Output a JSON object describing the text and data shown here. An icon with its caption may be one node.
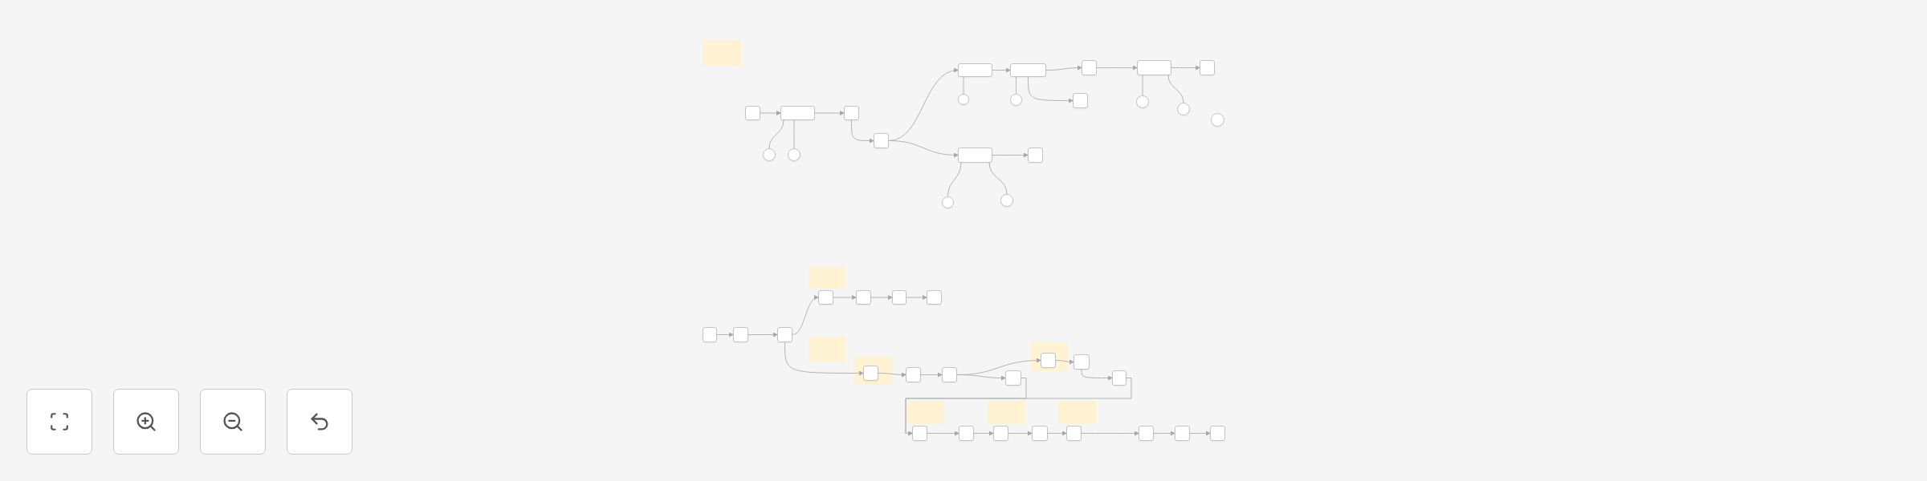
{
  "diagram": {
    "nodes": [
      {
        "text": [],
        "shape": "box"
      },
      {
        "text": [],
        "shape": "box"
      },
      {
        "text": [],
        "shape": "circle"
      },
      {
        "text": [],
        "shape": "circle"
      },
      {
        "text": [],
        "shape": "box"
      },
      {
        "text": [],
        "shape": "box"
      },
      {
        "text": [],
        "shape": "box"
      },
      {
        "text": [],
        "shape": "circle"
      },
      {
        "text": [],
        "shape": "box"
      },
      {
        "text": [],
        "shape": "circle"
      },
      {
        "text": [],
        "shape": "box"
      },
      {
        "text": [],
        "shape": "box"
      },
      {
        "text": [],
        "shape": "box"
      },
      {
        "text": [],
        "shape": "circle"
      },
      {
        "text": [],
        "shape": "circle"
      },
      {
        "text": [],
        "shape": "box"
      },
      {
        "text": [],
        "shape": "circle"
      },
      {
        "text": [],
        "shape": "box"
      },
      {
        "text": [],
        "shape": "box"
      },
      {
        "text": [],
        "shape": "circle"
      },
      {
        "text": [],
        "shape": "circle"
      },
      {
        "text": [],
        "shape": "box"
      },
      {
        "text": [],
        "shape": "box"
      },
      {
        "text": [],
        "shape": "box"
      },
      {
        "text": [],
        "shape": "box"
      },
      {
        "text": [],
        "shape": "box"
      },
      {
        "text": [],
        "shape": "box"
      },
      {
        "text": [],
        "shape": "box"
      },
      {
        "text": [],
        "shape": "box",
        "in": 46
      },
      {
        "text": [],
        "shape": "box"
      },
      {
        "text": [],
        "shape": "box"
      },
      {
        "text": [],
        "shape": "box"
      },
      {
        "text": [],
        "shape": "box",
        "in": 47
      },
      {
        "text": [],
        "shape": "box"
      },
      {
        "text": [],
        "shape": "box"
      },
      {
        "text": [],
        "shape": "box"
      },
      {
        "text": [],
        "shape": "box"
      },
      {
        "text": [],
        "shape": "box"
      },
      {
        "text": [],
        "shape": "box"
      },
      {
        "text": [],
        "shape": "box"
      },
      {
        "text": [],
        "shape": "box"
      },
      {
        "text": [],
        "shape": "box"
      },
      {
        "text": [],
        "shape": "box"
      },
      {
        "text": [],
        "shape": "note"
      },
      {
        "text": [],
        "shape": "note"
      },
      {
        "text": [],
        "shape": "note"
      },
      {
        "text": [],
        "shape": "note"
      },
      {
        "text": [],
        "shape": "note"
      },
      {
        "text": [],
        "shape": "note"
      },
      {
        "text": [],
        "shape": "note"
      },
      {
        "text": [],
        "shape": "note"
      }
    ],
    "edges": [
      {
        "from": 0,
        "to": 1,
        "arrow": "to"
      },
      {
        "from": 2,
        "to": 1,
        "arrow": "none"
      },
      {
        "from": 3,
        "to": 1,
        "arrow": "none"
      },
      {
        "from": 1,
        "to": 4,
        "arrow": "to"
      },
      {
        "from": 4,
        "to": 5,
        "arrow": "to"
      },
      {
        "from": 5,
        "to": 6,
        "arrow": "to"
      },
      {
        "from": 5,
        "to": 17,
        "arrow": "to"
      },
      {
        "from": 6,
        "to": 8,
        "arrow": "to"
      },
      {
        "from": 7,
        "to": 6,
        "arrow": "none"
      },
      {
        "from": 9,
        "to": 8,
        "arrow": "none"
      },
      {
        "from": 8,
        "to": 10,
        "arrow": "to"
      },
      {
        "from": 8,
        "to": 11,
        "arrow": "to"
      },
      {
        "from": 10,
        "to": 12,
        "arrow": "to"
      },
      {
        "from": 13,
        "to": 12,
        "arrow": "none"
      },
      {
        "from": 14,
        "to": 12,
        "arrow": "none"
      },
      {
        "from": 12,
        "to": 15,
        "arrow": "to"
      },
      {
        "from": 17,
        "to": 18,
        "arrow": "to"
      },
      {
        "from": 19,
        "to": 17,
        "arrow": "none"
      },
      {
        "from": 20,
        "to": 17,
        "arrow": "none"
      },
      {
        "from": 21,
        "to": 22,
        "arrow": "to"
      },
      {
        "from": 22,
        "to": 23,
        "arrow": "to"
      },
      {
        "from": 23,
        "to": 24,
        "arrow": "to"
      },
      {
        "from": 23,
        "to": 28,
        "arrow": "to"
      },
      {
        "from": 24,
        "to": 25,
        "arrow": "to"
      },
      {
        "from": 25,
        "to": 26,
        "arrow": "to"
      },
      {
        "from": 26,
        "to": 27,
        "arrow": "to"
      },
      {
        "from": 28,
        "to": 29,
        "arrow": "to"
      },
      {
        "from": 29,
        "to": 30,
        "arrow": "to"
      },
      {
        "from": 30,
        "to": 31,
        "arrow": "to"
      },
      {
        "from": 30,
        "to": 32,
        "arrow": "to"
      },
      {
        "from": 32,
        "to": 33,
        "arrow": "to"
      },
      {
        "from": 33,
        "to": 34,
        "arrow": "to"
      },
      {
        "from": 31,
        "to": 35,
        "arrow": "to"
      },
      {
        "from": 34,
        "to": 35,
        "arrow": "to"
      },
      {
        "from": 35,
        "to": 36,
        "arrow": "to"
      },
      {
        "from": 36,
        "to": 37,
        "arrow": "to"
      },
      {
        "from": 37,
        "to": 38,
        "arrow": "to"
      },
      {
        "from": 38,
        "to": 39,
        "arrow": "to"
      },
      {
        "from": 39,
        "to": 40,
        "arrow": "to"
      },
      {
        "from": 40,
        "to": 41,
        "arrow": "to"
      },
      {
        "from": 41,
        "to": 42,
        "arrow": "to"
      }
    ]
  }
}
